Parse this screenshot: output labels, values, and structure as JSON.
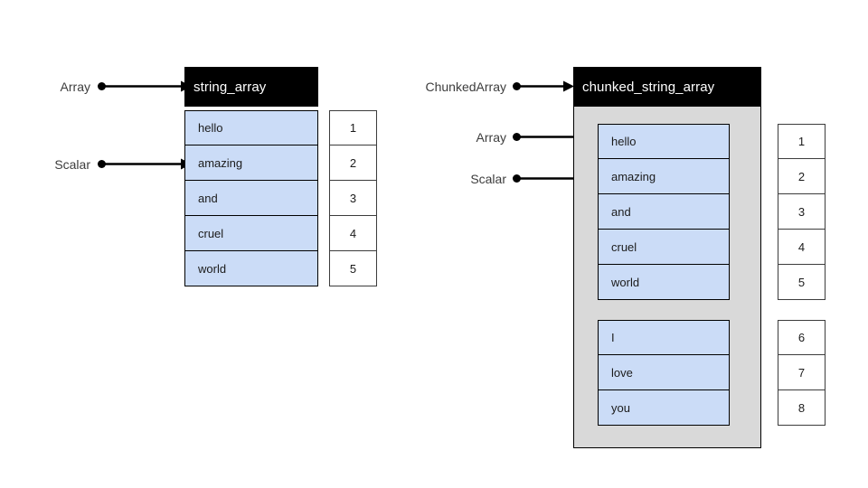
{
  "diagram": {
    "title": "Arrow Array vs ChunkedArray structure",
    "colors": {
      "header_bg": "#000000",
      "header_text": "#ffffff",
      "value_cell_bg": "#cbdcf7",
      "index_cell_bg": "#ffffff",
      "chunk_container_bg": "#d9d9d9",
      "stroke": "#000000",
      "label_text": "#3d3d3d",
      "page_bg": "#ffffff"
    }
  },
  "left_panel": {
    "header_label": "string_array",
    "values": [
      "hello",
      "amazing",
      "and",
      "cruel",
      "world"
    ],
    "indices": [
      "1",
      "2",
      "3",
      "4",
      "5"
    ],
    "annotations": [
      {
        "label": "Array",
        "target": "header"
      },
      {
        "label": "Scalar",
        "target": "value-cell-1"
      }
    ]
  },
  "right_panel": {
    "header_label": "chunked_string_array",
    "chunks": [
      {
        "values": [
          "hello",
          "amazing",
          "and",
          "cruel",
          "world"
        ]
      },
      {
        "values": [
          "I",
          "love",
          "you"
        ]
      }
    ],
    "index_groups": [
      {
        "indices": [
          "1",
          "2",
          "3",
          "4",
          "5"
        ]
      },
      {
        "indices": [
          "6",
          "7",
          "8"
        ]
      }
    ],
    "annotations": [
      {
        "label": "ChunkedArray",
        "target": "header"
      },
      {
        "label": "Array",
        "target": "chunk-0"
      },
      {
        "label": "Scalar",
        "target": "chunk-0-value-1"
      }
    ]
  }
}
